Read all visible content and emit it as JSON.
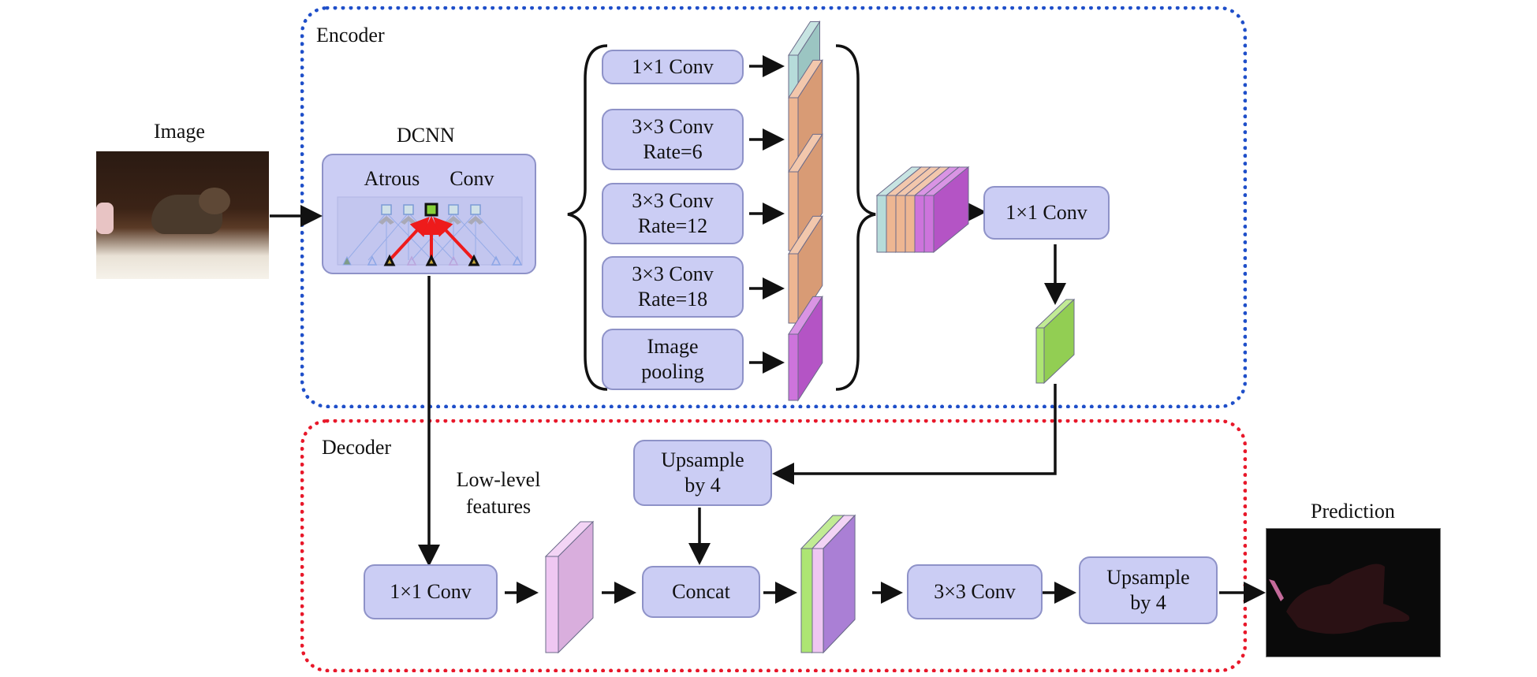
{
  "title": "DeepLabv3+ encoder-decoder architecture",
  "regions": {
    "encoder": {
      "label": "Encoder",
      "color": "#1f4fc9"
    },
    "decoder": {
      "label": "Decoder",
      "color": "#e8182a"
    }
  },
  "input": {
    "label": "Image",
    "content": "photo of a cat lying on a blanket"
  },
  "output": {
    "label": "Prediction",
    "content": "segmentation mask on black background"
  },
  "dcnn": {
    "title": "DCNN",
    "inner_label_left": "Atrous",
    "inner_label_right": "Conv"
  },
  "aspp": {
    "branches": [
      {
        "line1": "1×1 Conv",
        "line2": "",
        "feature_color": "#a9d6d3"
      },
      {
        "line1": "3×3 Conv",
        "line2": "Rate=6",
        "feature_color": "#eba97f"
      },
      {
        "line1": "3×3 Conv",
        "line2": "Rate=12",
        "feature_color": "#eba97f"
      },
      {
        "line1": "3×3 Conv",
        "line2": "Rate=18",
        "feature_color": "#eba97f"
      },
      {
        "line1": "Image",
        "line2": "pooling",
        "feature_color": "#c45bd6"
      }
    ]
  },
  "encoder_conv": {
    "label": "1×1 Conv"
  },
  "decoder": {
    "low_level_label_1": "Low-level",
    "low_level_label_2": "features",
    "low_conv": {
      "label": "1×1 Conv"
    },
    "upsample_top": {
      "line1": "Upsample",
      "line2": "by 4"
    },
    "concat": {
      "label": "Concat"
    },
    "conv3": {
      "label": "3×3 Conv"
    },
    "upsample_out": {
      "line1": "Upsample",
      "line2": "by 4"
    }
  },
  "colors": {
    "box_fill": "#cbcdf4",
    "box_border": "#8e92c8",
    "feature_cyan": "#a9d6d3",
    "feature_orange": "#eba97f",
    "feature_magenta": "#c45bd6",
    "feature_green": "#9fe05a",
    "feature_violet": "#b98ae8",
    "feature_pink": "#ecbdf0"
  }
}
